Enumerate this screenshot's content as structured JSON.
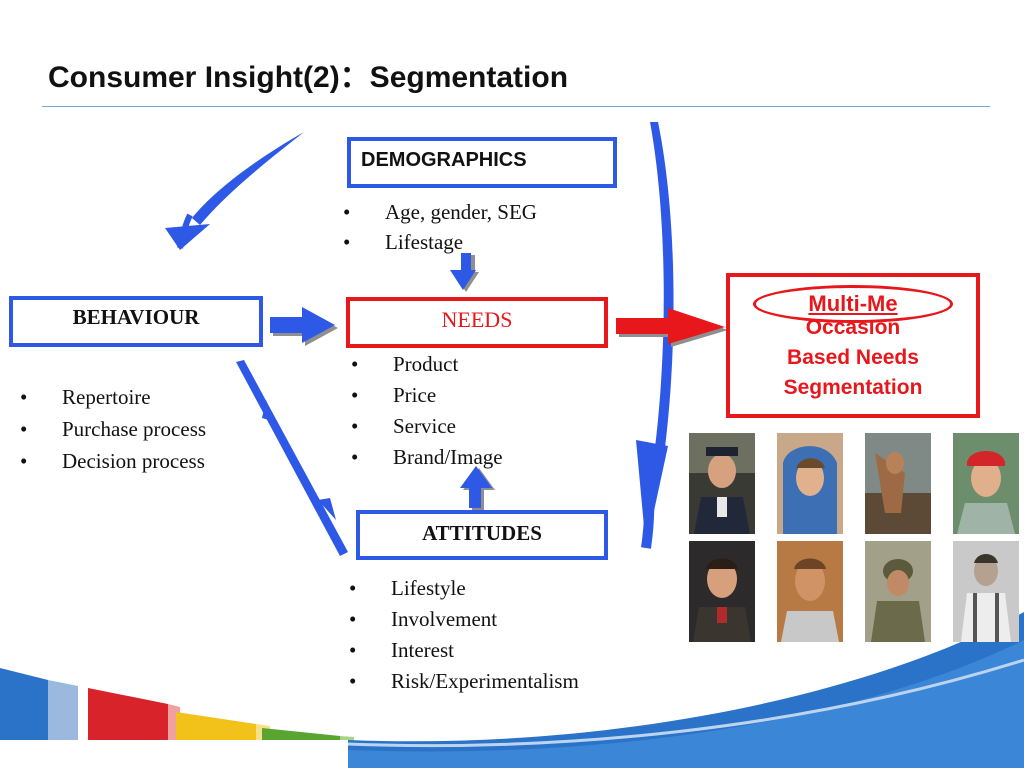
{
  "slide": {
    "title": "Consumer Insight(2)：Segmentation"
  },
  "demographics": {
    "label": "DEMOGRAPHICS",
    "items": [
      "Age, gender, SEG",
      "Lifestage"
    ]
  },
  "behaviour": {
    "label": "BEHAVIOUR",
    "items": [
      "Repertoire",
      "Purchase process",
      "Decision process"
    ]
  },
  "needs": {
    "label": "NEEDS",
    "items": [
      "Product",
      "Price",
      "Service",
      "Brand/Image"
    ]
  },
  "attitudes": {
    "label": "ATTITUDES",
    "items": [
      "Lifestyle",
      "Involvement",
      "Interest",
      "Risk/Experimentalism"
    ]
  },
  "segmentation": {
    "oval_label": "Multi-Me",
    "lines": [
      "Occasion",
      "Based Needs",
      "Segmentation"
    ]
  },
  "colors": {
    "blue": "#2e58e6",
    "red": "#e8171c",
    "footer_red": "#d9232a",
    "footer_yellow": "#f2c21b",
    "footer_green": "#5aa532",
    "footer_blue": "#2a73c9"
  },
  "photos": {
    "count": 8,
    "subject": "portrait-photo"
  }
}
